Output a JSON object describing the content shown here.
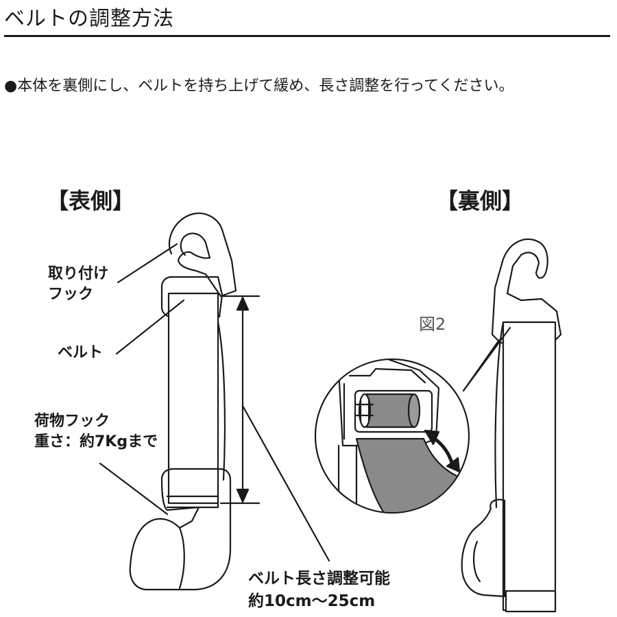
{
  "title": "ベルトの調整方法",
  "instruction": "●本体を裏側にし、ベルトを持ち上げて緩め、長さ調整を行ってください。",
  "front": {
    "heading": "【表側】"
  },
  "back": {
    "heading": "【裏側】"
  },
  "labels": {
    "hook_line1": "取り付け",
    "hook_line2": "フック",
    "belt": "ベルト",
    "cargo_line1": "荷物フック",
    "cargo_line2": "重さ：約7Kgまで",
    "adjust_line1": "ベルト長さ調整可能",
    "adjust_line2": "約10cm〜25cm",
    "figure": "図2"
  },
  "colors": {
    "ink": "#1a1a1a",
    "belt_gray": "#8a8a8a",
    "rule": "#1a1a1a"
  }
}
